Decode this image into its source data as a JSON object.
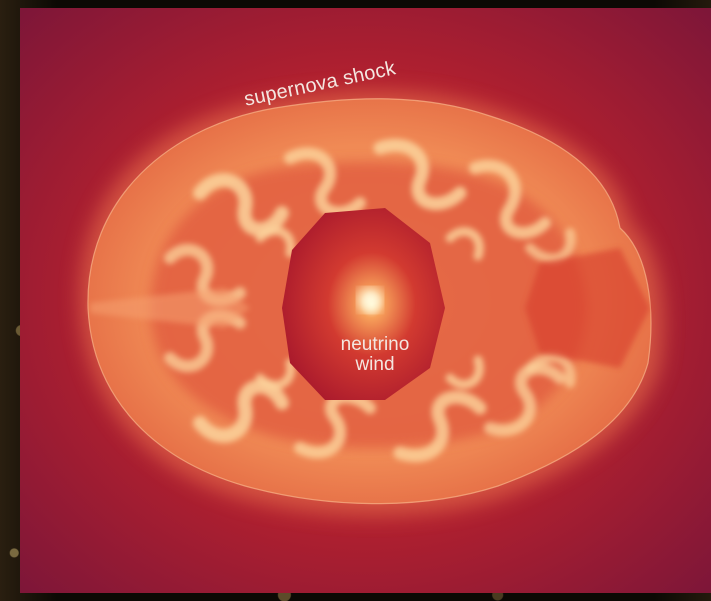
{
  "image": {
    "labels": {
      "shock": "supernova shock",
      "wind_line1": "neutrino",
      "wind_line2": "wind"
    },
    "colors": {
      "background_outer": "#8a1a3a",
      "background_inner": "#c02a2e",
      "shock_shell": "#f28a56",
      "turbulent_filaments": "#fbd09a",
      "wind_sphere": "#c0202e",
      "core_glow": "#fff2c0",
      "label_text": "#f4e6e0"
    }
  }
}
